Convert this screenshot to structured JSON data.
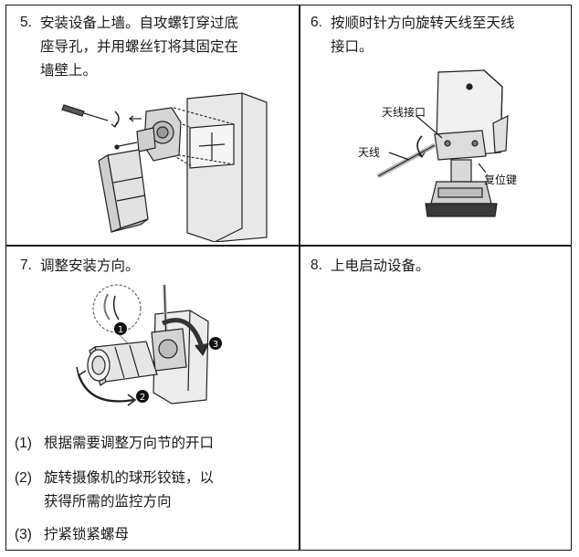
{
  "steps": [
    {
      "num": "5.",
      "text": "安装设备上墙。自攻螺钉穿过底\n座导孔，并用螺丝钉将其固定在\n墙壁上。"
    },
    {
      "num": "6.",
      "text": "按顺时针方向旋转天线至天线\n接口。"
    },
    {
      "num": "7.",
      "text": "调整安装方向。"
    },
    {
      "num": "8.",
      "text": "上电启动设备。"
    }
  ],
  "antenna_figure": {
    "labels": {
      "port": "天线接口",
      "antenna": "天线",
      "reset": "复位键"
    }
  },
  "adjust_figure": {
    "callouts": [
      "1",
      "2",
      "3"
    ]
  },
  "substeps": [
    {
      "num": "(1)",
      "text": "根据需要调整万向节的开口"
    },
    {
      "num": "(2)",
      "text": "旋转摄像机的球形铰链，以\n获得所需的监控方向"
    },
    {
      "num": "(3)",
      "text": "拧紧锁紧螺母"
    }
  ]
}
